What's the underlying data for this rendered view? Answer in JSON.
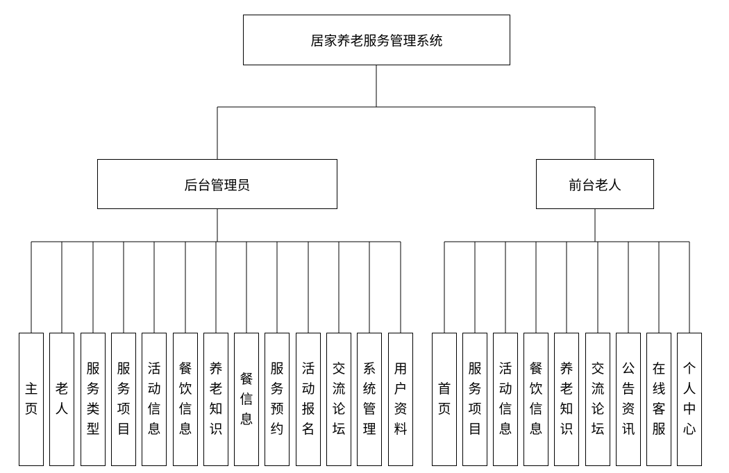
{
  "root": {
    "label": "居家养老服务管理系统"
  },
  "admin": {
    "label": "后台管理员",
    "items": [
      "主页",
      "老人",
      "服务类型",
      "服务项目",
      "活动信息",
      "餐饮信息",
      "养老知识",
      "餐信息",
      "服务预约",
      "活动报名",
      "交流论坛",
      "系统管理",
      "用户资料"
    ]
  },
  "front": {
    "label": "前台老人",
    "items": [
      "首页",
      "服务项目",
      "活动信息",
      "餐饮信息",
      "养老知识",
      "交流论坛",
      "公告资讯",
      "在线客服",
      "个人中心"
    ]
  }
}
